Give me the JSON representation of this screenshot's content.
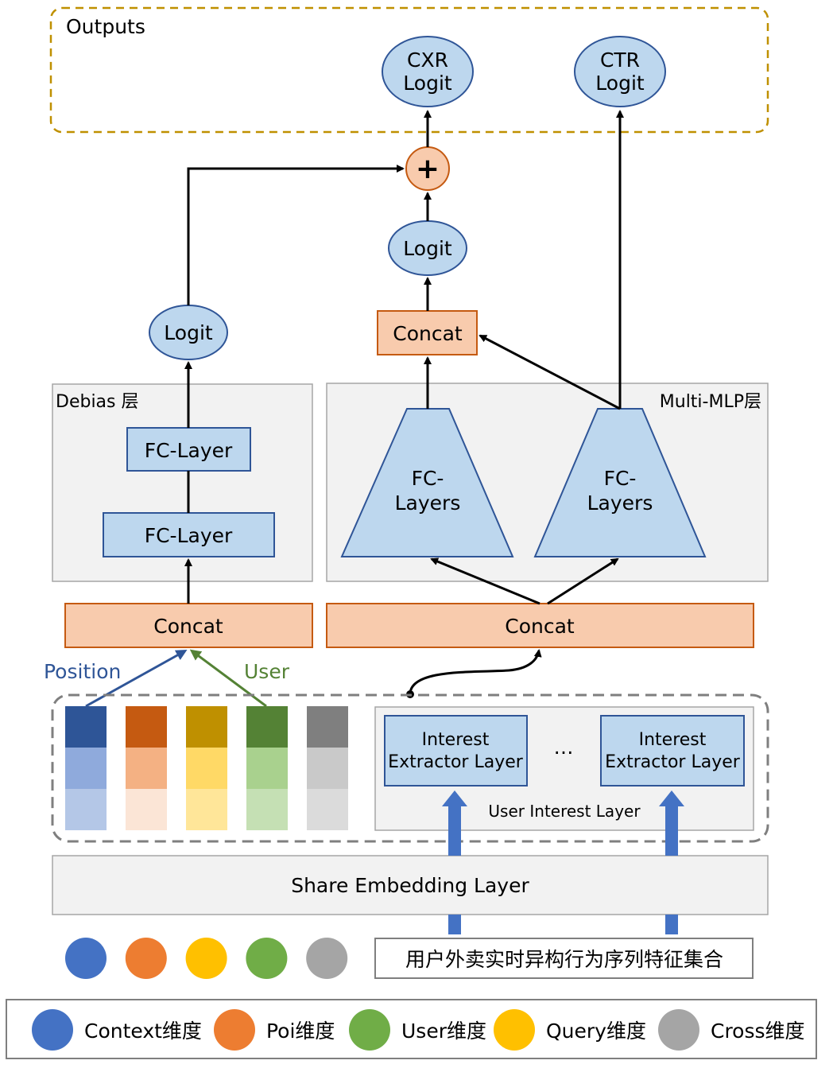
{
  "outputs": {
    "title": "Outputs",
    "cxr_line1": "CXR",
    "cxr_line2": "Logit",
    "ctr_line1": "CTR",
    "ctr_line2": "Logit",
    "plus": "+"
  },
  "middle": {
    "logit_center": "Logit",
    "concat_top": "Concat",
    "logit_left": "Logit"
  },
  "debias": {
    "title": "Debias 层",
    "fc1": "FC-Layer",
    "fc2": "FC-Layer",
    "concat": "Concat"
  },
  "multi_mlp": {
    "title": "Multi-MLP层",
    "tower1_line1": "FC-",
    "tower1_line2": "Layers",
    "tower2_line1": "FC-",
    "tower2_line2": "Layers",
    "concat": "Concat"
  },
  "inputs": {
    "position_label": "Position",
    "user_label": "User",
    "columns": [
      {
        "colors": [
          "#2E5597",
          "#8FAADC",
          "#B4C7E7"
        ]
      },
      {
        "colors": [
          "#C55A11",
          "#F4B183",
          "#FBE5D6"
        ]
      },
      {
        "colors": [
          "#BF9000",
          "#FFD966",
          "#FFE699"
        ]
      },
      {
        "colors": [
          "#548235",
          "#A9D18E",
          "#C5E0B4"
        ]
      },
      {
        "colors": [
          "#7F7F7F",
          "#C9C9C9",
          "#DBDBDB"
        ]
      }
    ]
  },
  "user_interest": {
    "ie1_line1": "Interest",
    "ie1_line2": "Extractor Layer",
    "ellipsis": "…",
    "ie2_line1": "Interest",
    "ie2_line2": "Extractor Layer",
    "title": "User Interest Layer"
  },
  "share_embedding": "Share Embedding Layer",
  "feature_dots": [
    "#4472C4",
    "#ED7D31",
    "#FFC000",
    "#70AD47",
    "#A5A5A5"
  ],
  "sequence_label": "用户外卖实时异构行为序列特征集合",
  "legend": [
    {
      "label": "Context维度",
      "color": "#4472C4"
    },
    {
      "label": "Poi维度",
      "color": "#ED7D31"
    },
    {
      "label": "User维度",
      "color": "#70AD47"
    },
    {
      "label": "Query维度",
      "color": "#FFC000"
    },
    {
      "label": "Cross维度",
      "color": "#A5A5A5"
    }
  ]
}
